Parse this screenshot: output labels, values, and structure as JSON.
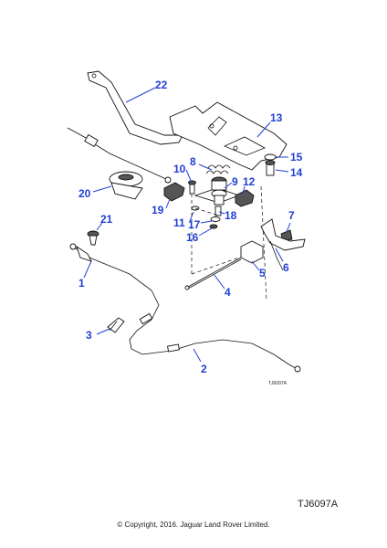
{
  "diagram": {
    "callouts": [
      "22",
      "13",
      "15",
      "14",
      "8",
      "10",
      "9",
      "12",
      "20",
      "19",
      "11",
      "18",
      "17",
      "16",
      "21",
      "7",
      "6",
      "5",
      "4",
      "1",
      "3",
      "2"
    ],
    "inner_ref": "TJ6097A"
  },
  "footer": {
    "ref_code": "TJ6097A",
    "copyright": "© Copyright, 2016. Jaguar Land Rover Limited."
  },
  "colors": {
    "callout": "#1f3fd6",
    "line_art": "#111111"
  }
}
